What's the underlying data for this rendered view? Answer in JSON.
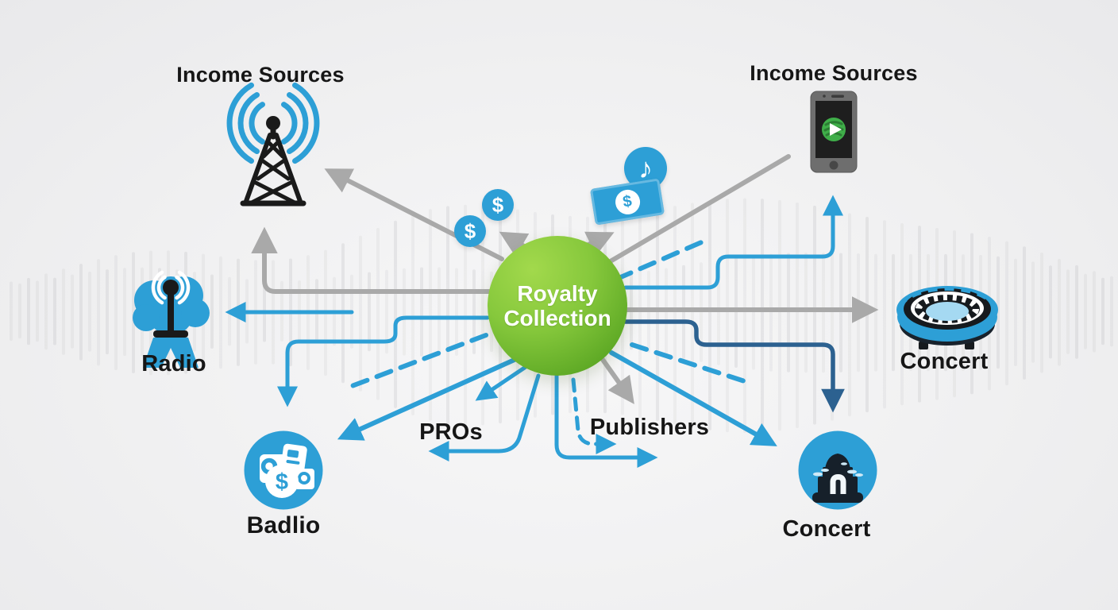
{
  "page_title": "Royalty Collection",
  "colors": {
    "blue": "#2D9FD6",
    "dark_blue": "#2C6190",
    "gray": "#A9A9A9",
    "green_light": "#8CC63E",
    "green_dark": "#55A020",
    "text": "#161616",
    "background": "#F1F1F2",
    "phone_body": "#6E6E6E",
    "phone_green": "#3FAE49",
    "field_blue": "#A5D9F2",
    "icon_black": "#1A1A1A"
  },
  "headers": {
    "income_sources_left": "Income Sources",
    "income_sources_right": "Income Sources"
  },
  "center": {
    "line1": "Royalty",
    "line2": "Collection"
  },
  "nodes": {
    "tower": {
      "icon": "broadcast-tower-icon"
    },
    "phone": {
      "icon": "smartphone-streaming-icon"
    },
    "radio": {
      "label": "Radio",
      "icon": "radio-transmitter-icon"
    },
    "concert_right": {
      "label": "Concert",
      "icon": "stadium-icon"
    },
    "badlio": {
      "label": "Badlio",
      "icon": "royalty-money-icon"
    },
    "concert_bottom": {
      "label": "Concert",
      "icon": "concert-venue-icon"
    },
    "pros": {
      "label": "PROs"
    },
    "publishers": {
      "label": "Publishers"
    }
  },
  "floating_icons": {
    "dollar_coin_1": "$",
    "dollar_coin_2": "$",
    "banknote_dollar": "$",
    "badlio_dollar": "$",
    "music_note": "♪"
  }
}
